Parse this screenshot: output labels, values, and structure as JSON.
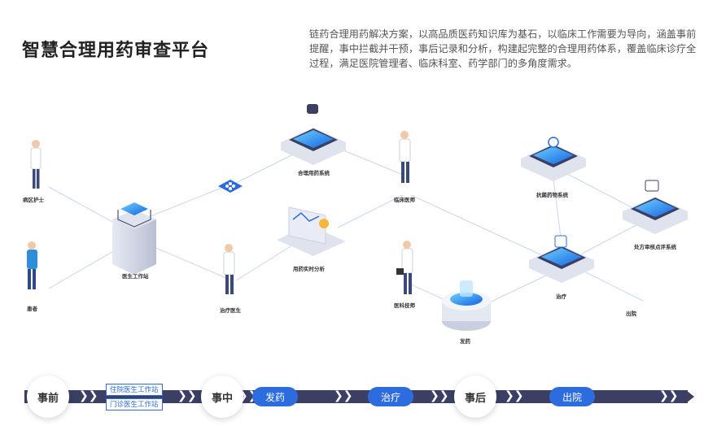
{
  "header": {
    "title": "智慧合理用药审查平台",
    "description": "链药合理用药解决方案，以高品质医药知识库为基石，以临床工作需要为导向，涵盖事前提醒，事中拦截并干预，事后记录和分析，构建起完整的合理用药体系，覆盖临床诊疗全过程，满足医院管理者、临床科室、药学部门的多角度需求。"
  },
  "nodes": {
    "ward_nurse": "病区护士",
    "patient": "患者",
    "doctor_station": "医生工作站",
    "treating_doctor": "治疗医生",
    "rational_drug_system": "合理用药系统",
    "realtime_analysis": "用药实时分析",
    "clinical_pharmacist": "临床医师",
    "medical_technician": "医科技师",
    "dispense": "发药",
    "treatment": "治疗",
    "discharge": "出院",
    "antibiotic_system": "抗菌药物系统",
    "prescription_review_system": "处方审核点评系统"
  },
  "timeline": {
    "before": "事前",
    "during": "事中",
    "after": "事后",
    "inpatient_station": "住院医生工作站",
    "outpatient_station": "门诊医生工作站",
    "dispense": "发药",
    "treatment": "治疗",
    "discharge": "出院"
  },
  "colors": {
    "accent": "#2d6cdf",
    "bar": "#3b3f63",
    "screen": "#1e90ff"
  }
}
